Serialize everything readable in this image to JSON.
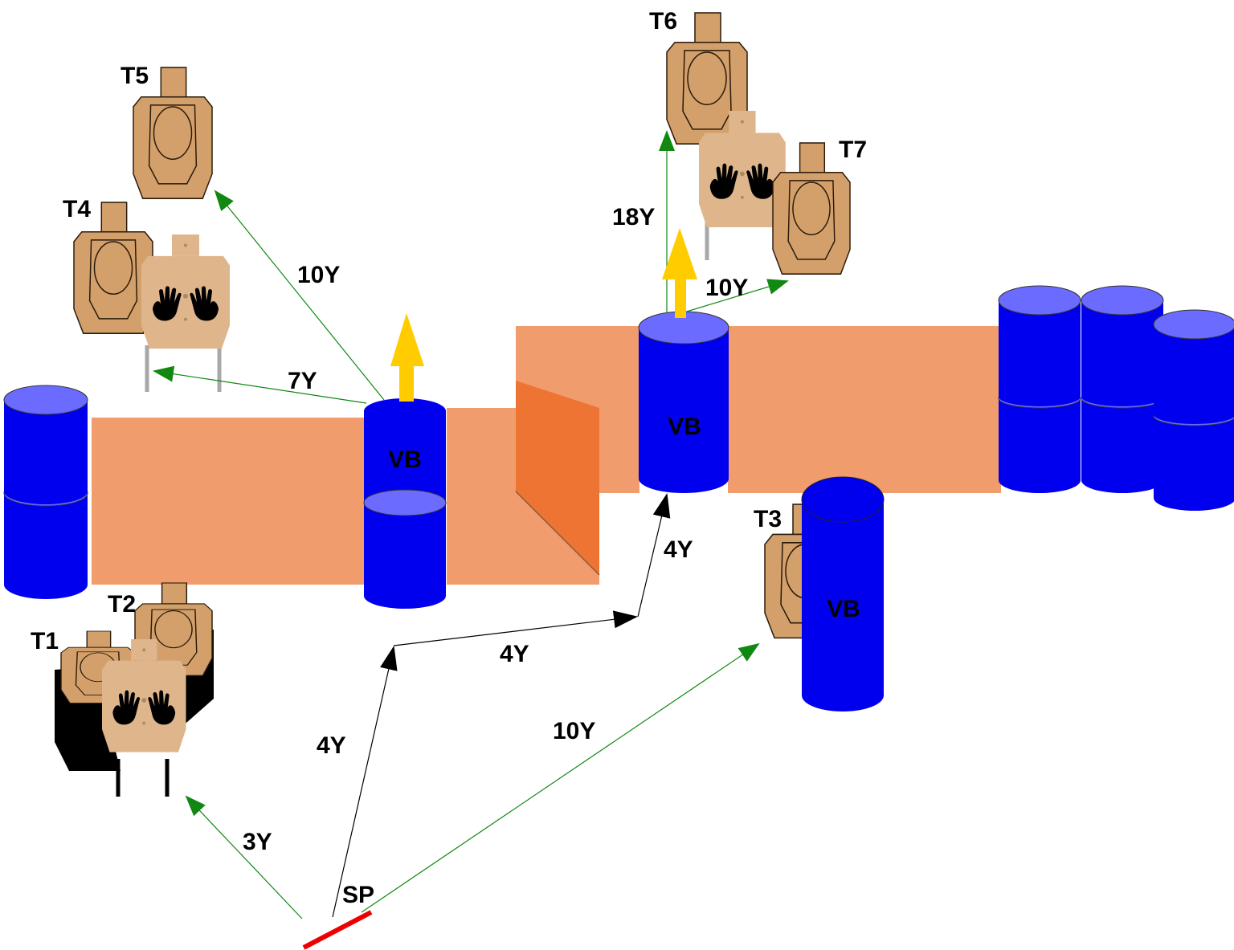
{
  "colors": {
    "background": "#ffffff",
    "wall": "#f09c6c",
    "wall_edge": "#8a5a3a",
    "door": "#ee7433",
    "barrel": "#0000ee",
    "barrel_top": "#6b6bff",
    "target": "#d3a06b",
    "target_outline": "#2a1a0a",
    "no_shoot": "#dfb58c",
    "hand": "#000000",
    "arrow_green": "#118811",
    "arrow_black": "#000000",
    "arrow_yellow": "#ffcc00",
    "start_line": "#ee0000",
    "black_panel": "#000000",
    "stand": "#a8a8a8"
  },
  "targets": {
    "t1": "T1",
    "t2": "T2",
    "t3": "T3",
    "t4": "T4",
    "t5": "T5",
    "t6": "T6",
    "t7": "T7"
  },
  "barricades": {
    "vb1": "VB",
    "vb2": "VB",
    "vb3": "VB"
  },
  "start_position": "SP",
  "distances": {
    "t5": "10Y",
    "t4": "7Y",
    "t6": "18Y",
    "t7": "10Y",
    "t3": "10Y",
    "t1": "3Y",
    "move_1": "4Y",
    "move_2": "4Y",
    "move_3": "4Y"
  }
}
